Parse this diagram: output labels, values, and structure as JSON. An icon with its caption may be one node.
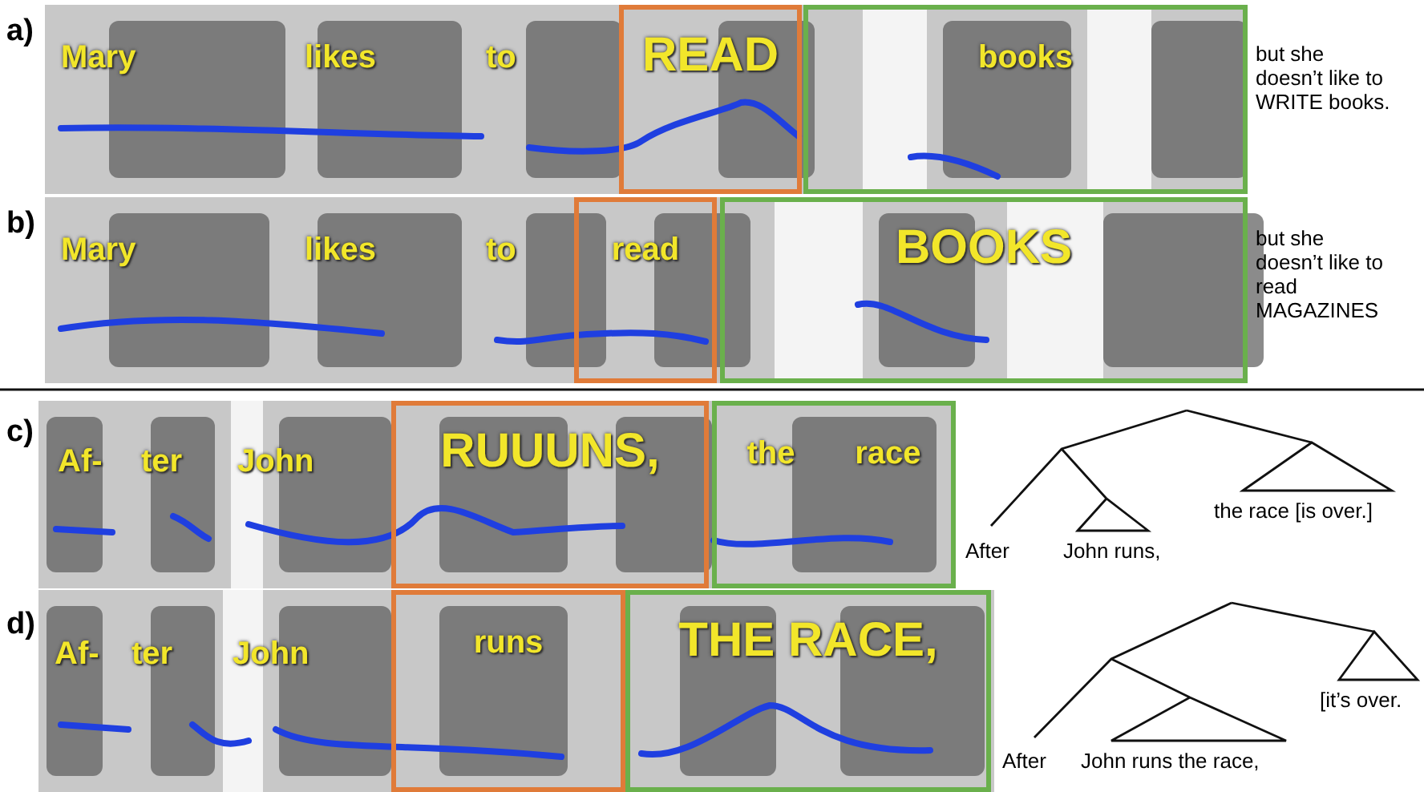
{
  "diagram": {
    "nodes": [
      {
        "text": [
          "READ"
        ]
      },
      {
        "text": [
          "books"
        ]
      },
      {
        "text": [
          "read"
        ]
      },
      {
        "text": [
          "BOOKS"
        ]
      },
      {
        "text": [
          "RUUUNS,"
        ]
      },
      {
        "text": [
          "the",
          "race"
        ]
      },
      {
        "text": [
          "runs"
        ]
      },
      {
        "text": [
          "THE RACE,"
        ]
      }
    ],
    "edges": [],
    "labels": [
      "a)",
      "Mary",
      "likes",
      "to",
      "but she doesn’t like to WRITE books.",
      "b)",
      "Mary",
      "likes",
      "to",
      "but she doesn’t like to read MAGAZINES",
      "c)",
      "Af-",
      "ter",
      "John",
      "After",
      "John runs,",
      "the race [is over.]",
      "d)",
      "Af-",
      "ter",
      "John",
      "After",
      "John runs the race,",
      "[it’s over."
    ]
  }
}
